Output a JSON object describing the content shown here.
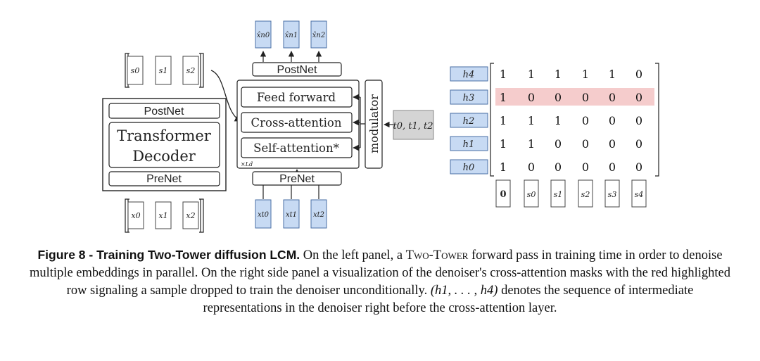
{
  "colors": {
    "stroke": "#222222",
    "blue_fill": "#c7daf3",
    "blue_stroke": "#4a6fa5",
    "grey_fill": "#d4d4d4",
    "highlight_row": "#f5cccc"
  },
  "left_tower": {
    "inputs_top": [
      "s0",
      "s1",
      "s2"
    ],
    "postnet": "PostNet",
    "title_line1": "Transformer",
    "title_line2": "Decoder",
    "prenet": "PreNet",
    "inputs_bottom": [
      "x0",
      "x1",
      "x2"
    ]
  },
  "right_tower": {
    "outputs": [
      "x̂n0",
      "x̂n1",
      "x̂n2"
    ],
    "postnet": "PostNet",
    "feed_forward": "Feed forward",
    "cross_attention": "Cross-attention",
    "self_attention": "Self-attention*",
    "repeat_label": "×Ld",
    "prenet": "PreNet",
    "inputs": [
      "xt0",
      "xt1",
      "xt2"
    ],
    "modulator": "modulator",
    "timesteps": "t0, t1, t2"
  },
  "mask": {
    "rows": [
      {
        "label": "h4",
        "values": [
          1,
          1,
          1,
          1,
          1,
          0
        ],
        "highlighted": false
      },
      {
        "label": "h3",
        "values": [
          1,
          0,
          0,
          0,
          0,
          0
        ],
        "highlighted": true
      },
      {
        "label": "h2",
        "values": [
          1,
          1,
          1,
          0,
          0,
          0
        ],
        "highlighted": false
      },
      {
        "label": "h1",
        "values": [
          1,
          1,
          0,
          0,
          0,
          0
        ],
        "highlighted": false
      },
      {
        "label": "h0",
        "values": [
          1,
          0,
          0,
          0,
          0,
          0
        ],
        "highlighted": false
      }
    ],
    "columns": [
      "0",
      "s0",
      "s1",
      "s2",
      "s3",
      "s4"
    ]
  },
  "caption": {
    "label": "Figure 8",
    "sep": " - ",
    "title": "Training Two-Tower diffusion LCM.",
    "text1": " On the left panel, a ",
    "two_tower": "Two-Tower",
    "text2": " forward pass in training time in order to denoise multiple embeddings in parallel. On the right side panel a visualization of the denoiser's cross-attention masks with the red highlighted row signaling a sample dropped to train the denoiser unconditionally. ",
    "math": "(h1, . . . , h4)",
    "text3": " denotes the sequence of intermediate representations in the denoiser right before the cross-attention layer."
  }
}
